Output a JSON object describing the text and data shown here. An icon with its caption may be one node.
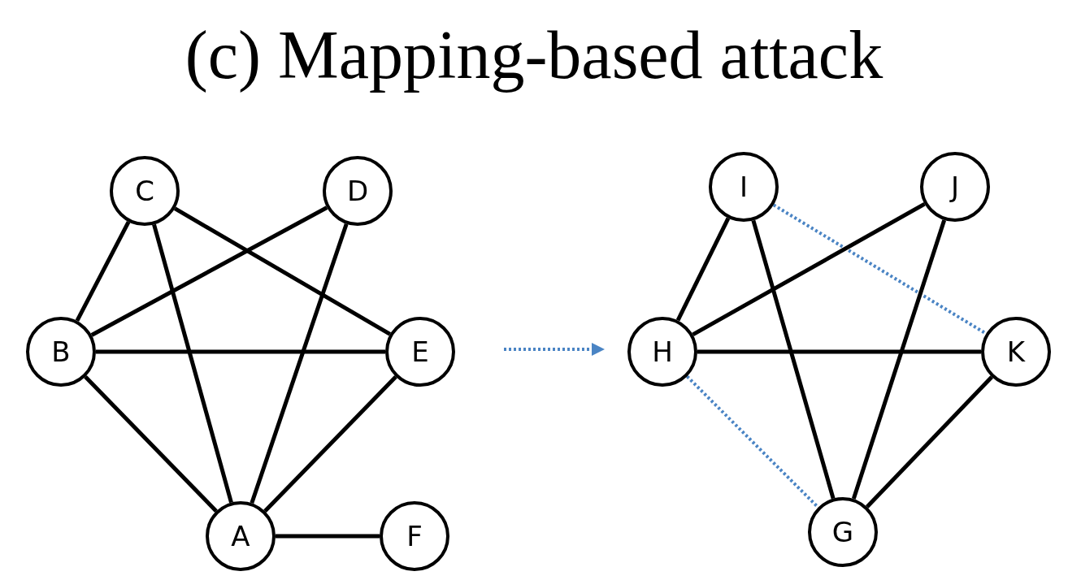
{
  "diagram": {
    "title": "(c) Mapping-based attack",
    "nodes": [
      {
        "text": [
          "C"
        ]
      },
      {
        "text": [
          "D"
        ]
      },
      {
        "text": [
          "B"
        ]
      },
      {
        "text": [
          "E"
        ]
      },
      {
        "text": [
          "A"
        ]
      },
      {
        "text": [
          "F"
        ]
      },
      {
        "text": [
          "I"
        ]
      },
      {
        "text": [
          "J"
        ]
      },
      {
        "text": [
          "H"
        ]
      },
      {
        "text": [
          "K"
        ]
      },
      {
        "text": [
          "G"
        ]
      }
    ],
    "edges": [
      {
        "from": 0,
        "to": 2,
        "arrow": "none"
      },
      {
        "from": 0,
        "to": 4,
        "arrow": "none"
      },
      {
        "from": 0,
        "to": 3,
        "arrow": "none"
      },
      {
        "from": 1,
        "to": 2,
        "arrow": "none"
      },
      {
        "from": 1,
        "to": 4,
        "arrow": "none"
      },
      {
        "from": 2,
        "to": 3,
        "arrow": "none"
      },
      {
        "from": 2,
        "to": 4,
        "arrow": "none"
      },
      {
        "from": 3,
        "to": 4,
        "arrow": "none"
      },
      {
        "from": 4,
        "to": 5,
        "arrow": "none"
      },
      {
        "from": 6,
        "to": 8,
        "arrow": "none"
      },
      {
        "from": 6,
        "to": 10,
        "arrow": "none"
      },
      {
        "from": 6,
        "to": 9,
        "arrow": "none",
        "style": "dashed",
        "color": "#4a84c4"
      },
      {
        "from": 7,
        "to": 8,
        "arrow": "none"
      },
      {
        "from": 7,
        "to": 10,
        "arrow": "none"
      },
      {
        "from": 8,
        "to": 9,
        "arrow": "none"
      },
      {
        "from": 8,
        "to": 10,
        "arrow": "none",
        "style": "dashed",
        "color": "#4a84c4"
      },
      {
        "from": 9,
        "to": 10,
        "arrow": "none"
      }
    ]
  }
}
